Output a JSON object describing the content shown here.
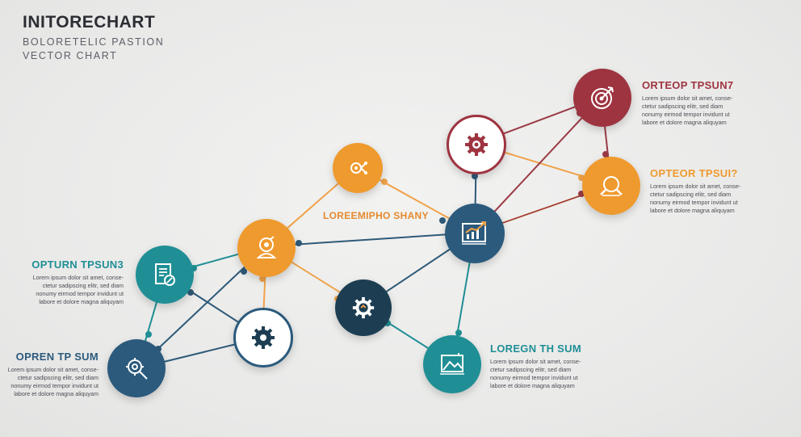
{
  "header": {
    "title": "INITORECHART",
    "subtitle_1": "BOLORETELIC PASTION",
    "subtitle_2": "VECTOR CHART"
  },
  "center_label": "LOREEMIPHO SHANY",
  "colors": {
    "teal": "#1f8f95",
    "navy": "#2b5a7c",
    "dark_navy": "#1d3e52",
    "orange": "#ef9a2e",
    "red": "#9e3440",
    "link_orange": "#f0a24a",
    "link_navy": "#2e5a78",
    "link_red": "#9a3a44"
  },
  "labels": {
    "top_right": {
      "heading": "ORTEOP TPSUN7",
      "lines": [
        "Lorem ipsum dolor sit amet, conse-",
        "ctetur sadipscing elitr, sed diam",
        "nonumy eirmod tempor invidunt ut",
        "labore et dolore magna aliquyam"
      ]
    },
    "mid_right": {
      "heading": "OPTEOR TPSUI?",
      "lines": [
        "Lorem ipsum dolor sit amet, conse-",
        "ctetur sadipscing elitr, sed diam",
        "nonumy eirmod tempor invidunt ut",
        "labore et dolore magna aliquyam"
      ]
    },
    "left_mid": {
      "heading": "OPTURN TPSUN3",
      "lines": [
        "Lorem ipsum dolor sit amet, conse-",
        "ctetur sadipscing elitr, sed diam",
        "nonumy eirmod tempor invidunt ut",
        "labore et dolore magna aliquyam"
      ]
    },
    "left_bottom": {
      "heading": "OPREN TP SUM",
      "lines": [
        "Lorem ipsum dolor sit amet, conse-",
        "ctetur sadipscing elitr, sed diam",
        "nonumy eirmod tempor invidunt ut",
        "labore et dolore magna aliquyam"
      ]
    },
    "bottom_right": {
      "heading": "LOREGN TH SUM",
      "lines": [
        "Lorem ipsum dolor sit amet, conse-",
        "ctetur sadipscing elitr, sed diam",
        "nonumy eirmod tempor invidunt ut",
        "labore et dolore magna aliquyam"
      ]
    }
  },
  "nodes": {
    "target": {
      "icon": "target-icon"
    },
    "gear_white_top": {
      "icon": "gear-icon"
    },
    "search_orange": {
      "icon": "magnifier-icon"
    },
    "link_orange": {
      "icon": "link-icon"
    },
    "chart_navy": {
      "icon": "chart-icon"
    },
    "person_orange": {
      "icon": "person-icon"
    },
    "document_teal": {
      "icon": "document-icon"
    },
    "gear_dark": {
      "icon": "gear-icon"
    },
    "gear_white_bottom": {
      "icon": "gear-icon"
    },
    "search_gear_navy": {
      "icon": "gear-search-icon"
    },
    "image_teal": {
      "icon": "image-icon"
    }
  }
}
